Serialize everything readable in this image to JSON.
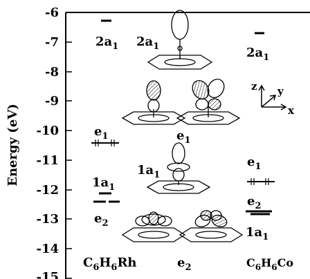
{
  "axis": {
    "label": "Energy (eV)",
    "ticks": [
      "-6",
      "-7",
      "-8",
      "-9",
      "-10",
      "-11",
      "-12",
      "-13",
      "-14",
      "-15"
    ]
  },
  "columns": {
    "left": {
      "compound": {
        "main": "C",
        "s1": "6",
        "mid": "H",
        "s2": "6",
        "tail": "Rh"
      },
      "levels": [
        {
          "label": "2a",
          "sub": "1"
        },
        {
          "label": "e",
          "sub": "1"
        },
        {
          "label": "1a",
          "sub": "1"
        },
        {
          "label": "e",
          "sub": "2"
        }
      ]
    },
    "middle": {
      "orbitals": [
        {
          "label": "2a",
          "sub": "1"
        },
        {
          "label": "e",
          "sub": "1"
        },
        {
          "label": "1a",
          "sub": "1"
        },
        {
          "label": "e",
          "sub": "2"
        }
      ]
    },
    "right": {
      "compound": {
        "main": "C",
        "s1": "6",
        "mid": "H",
        "s2": "6",
        "tail": "Co"
      },
      "levels": [
        {
          "label": "2a",
          "sub": "1"
        },
        {
          "label": "e",
          "sub": "1"
        },
        {
          "label": "e",
          "sub": "2"
        },
        {
          "label": "1a",
          "sub": "1"
        }
      ]
    }
  },
  "axes_glyph": {
    "z": "z",
    "y": "y",
    "x": "x"
  }
}
